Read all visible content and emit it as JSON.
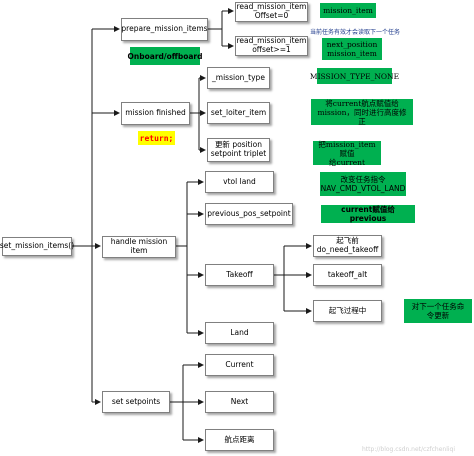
{
  "root": "set_mission_items()",
  "branches": {
    "prepare": "prepare_mission_items",
    "finished": "mission finished",
    "handle": "handle mission item",
    "setpoints": "set setpoints"
  },
  "prepare_children": {
    "read0": "read_mission_item\nOffset=0",
    "read1": "read_mission_item\noffset>=1"
  },
  "finished_children": {
    "type": "_mission_type",
    "loiter": "set_loiter_item",
    "position": "更新 position\nsetpoint triplet"
  },
  "handle_children": {
    "vtol": "vtol land",
    "prev": "previous_pos_setpoint",
    "takeoff": "Takeoff",
    "land": "Land"
  },
  "takeoff_children": {
    "need": "起飞前\ndo_need_takeoff",
    "alt": "takeoff_alt",
    "process": "起飞过程中"
  },
  "setpoint_children": {
    "current": "Current",
    "next": "Next",
    "dist": "航点距离"
  },
  "notes": {
    "mission_item": "mission_item",
    "read_next_hint": "当前任务有效才会读取下一个任务",
    "next_position": "next_position\nmission_item",
    "onboard": "Onboard/offboard",
    "mission_type_none": "MISSION_TYPE_NONE",
    "loiter_note": "将current航点赋值给\nmission，同时进行高度修正",
    "position_note": "把mission_item赋值\n给current",
    "return": "return;",
    "vtol_note": "改变任务指令\nNAV_CMD_VTOL_LAND",
    "prev_note": "current赋值给previous",
    "update_note": "对下一个任务命\n令更新"
  },
  "watermark": "http://blog.csdn.net/czfchenliqi",
  "colors": {
    "note_green": "#00b050",
    "return_bg": "#ffff00",
    "return_text": "#ff0000",
    "arrow": "#1a1a1a"
  }
}
